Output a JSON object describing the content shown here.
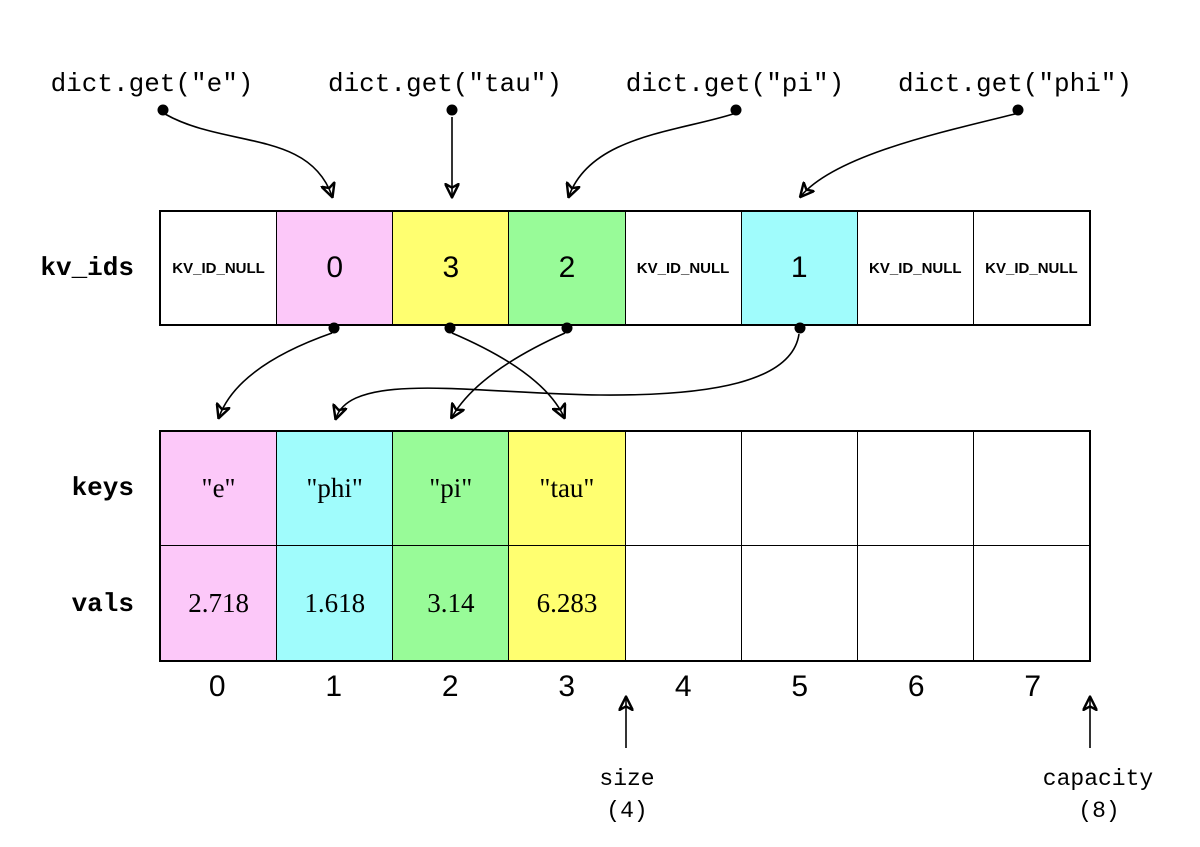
{
  "queries": [
    {
      "label": "dict.get(\"e\")"
    },
    {
      "label": "dict.get(\"tau\")"
    },
    {
      "label": "dict.get(\"pi\")"
    },
    {
      "label": "dict.get(\"phi\")"
    }
  ],
  "rows": {
    "kv_ids": {
      "label": "kv_ids",
      "cells": [
        {
          "text": "KV_ID_NULL",
          "bg": "#ffffff"
        },
        {
          "text": "0",
          "bg": "#fcc8f9"
        },
        {
          "text": "3",
          "bg": "#ffff70"
        },
        {
          "text": "2",
          "bg": "#98fb98"
        },
        {
          "text": "KV_ID_NULL",
          "bg": "#ffffff"
        },
        {
          "text": "1",
          "bg": "#a0fcfc"
        },
        {
          "text": "KV_ID_NULL",
          "bg": "#ffffff"
        },
        {
          "text": "KV_ID_NULL",
          "bg": "#ffffff"
        }
      ]
    },
    "keys": {
      "label": "keys",
      "cells": [
        {
          "text": "\"e\"",
          "bg": "#fcc8f9"
        },
        {
          "text": "\"phi\"",
          "bg": "#a0fcfc"
        },
        {
          "text": "\"pi\"",
          "bg": "#98fb98"
        },
        {
          "text": "\"tau\"",
          "bg": "#ffff70"
        },
        {
          "text": "",
          "bg": "#ffffff"
        },
        {
          "text": "",
          "bg": "#ffffff"
        },
        {
          "text": "",
          "bg": "#ffffff"
        },
        {
          "text": "",
          "bg": "#ffffff"
        }
      ]
    },
    "vals": {
      "label": "vals",
      "cells": [
        {
          "text": "2.718",
          "bg": "#fcc8f9"
        },
        {
          "text": "1.618",
          "bg": "#a0fcfc"
        },
        {
          "text": "3.14",
          "bg": "#98fb98"
        },
        {
          "text": "6.283",
          "bg": "#ffff70"
        },
        {
          "text": "",
          "bg": "#ffffff"
        },
        {
          "text": "",
          "bg": "#ffffff"
        },
        {
          "text": "",
          "bg": "#ffffff"
        },
        {
          "text": "",
          "bg": "#ffffff"
        }
      ]
    }
  },
  "indices": [
    "0",
    "1",
    "2",
    "3",
    "4",
    "5",
    "6",
    "7"
  ],
  "markers": {
    "size": {
      "label": "size",
      "value": "(4)"
    },
    "capacity": {
      "label": "capacity",
      "value": "(8)"
    }
  },
  "palette": {
    "pink": "#fcc8f9",
    "yellow": "#ffff70",
    "green": "#98fb98",
    "cyan": "#a0fcfc",
    "stroke": "#000000",
    "background": "#ffffff"
  },
  "arrows": {
    "query_to_slot": [
      {
        "query": "dict.get(\"e\")",
        "kv_ids_slot": 1
      },
      {
        "query": "dict.get(\"tau\")",
        "kv_ids_slot": 2
      },
      {
        "query": "dict.get(\"pi\")",
        "kv_ids_slot": 3
      },
      {
        "query": "dict.get(\"phi\")",
        "kv_ids_slot": 5
      }
    ],
    "slot_to_entry": [
      {
        "kv_ids_slot": 1,
        "entry_index": 0
      },
      {
        "kv_ids_slot": 2,
        "entry_index": 3
      },
      {
        "kv_ids_slot": 3,
        "entry_index": 2
      },
      {
        "kv_ids_slot": 5,
        "entry_index": 1
      }
    ]
  }
}
